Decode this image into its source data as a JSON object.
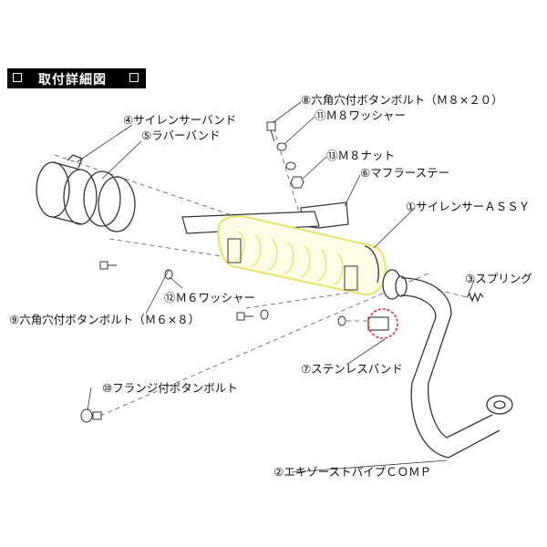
{
  "header": {
    "title": "取付詳細図",
    "bg_color": "#000000",
    "text_color": "#ffffff"
  },
  "colors": {
    "highlight": "#e8e36a",
    "line": "#333333",
    "callout_circle": "#d93030"
  },
  "labels": {
    "p1": "①サイレンサーＡＳＳＹ",
    "p2": "②エキゾーストパイプＣＯＭＰ",
    "p3": "③スプリング",
    "p4": "④サイレンサーバンド",
    "p5": "⑤ラバーバンド",
    "p6": "⑥マフラーステー",
    "p7": "⑦ステンレスバンド",
    "p8": "⑧六角穴付ボタンボルト（Ｍ８×２０）",
    "p9": "⑨六角穴付ボタンボルト（Ｍ６×８）",
    "p10": "⑩フランジ付ボタンボルト",
    "p11": "⑪Ｍ８ワッシャー",
    "p12": "⑫Ｍ６ワッシャー",
    "p13": "⑬Ｍ８ナット"
  }
}
